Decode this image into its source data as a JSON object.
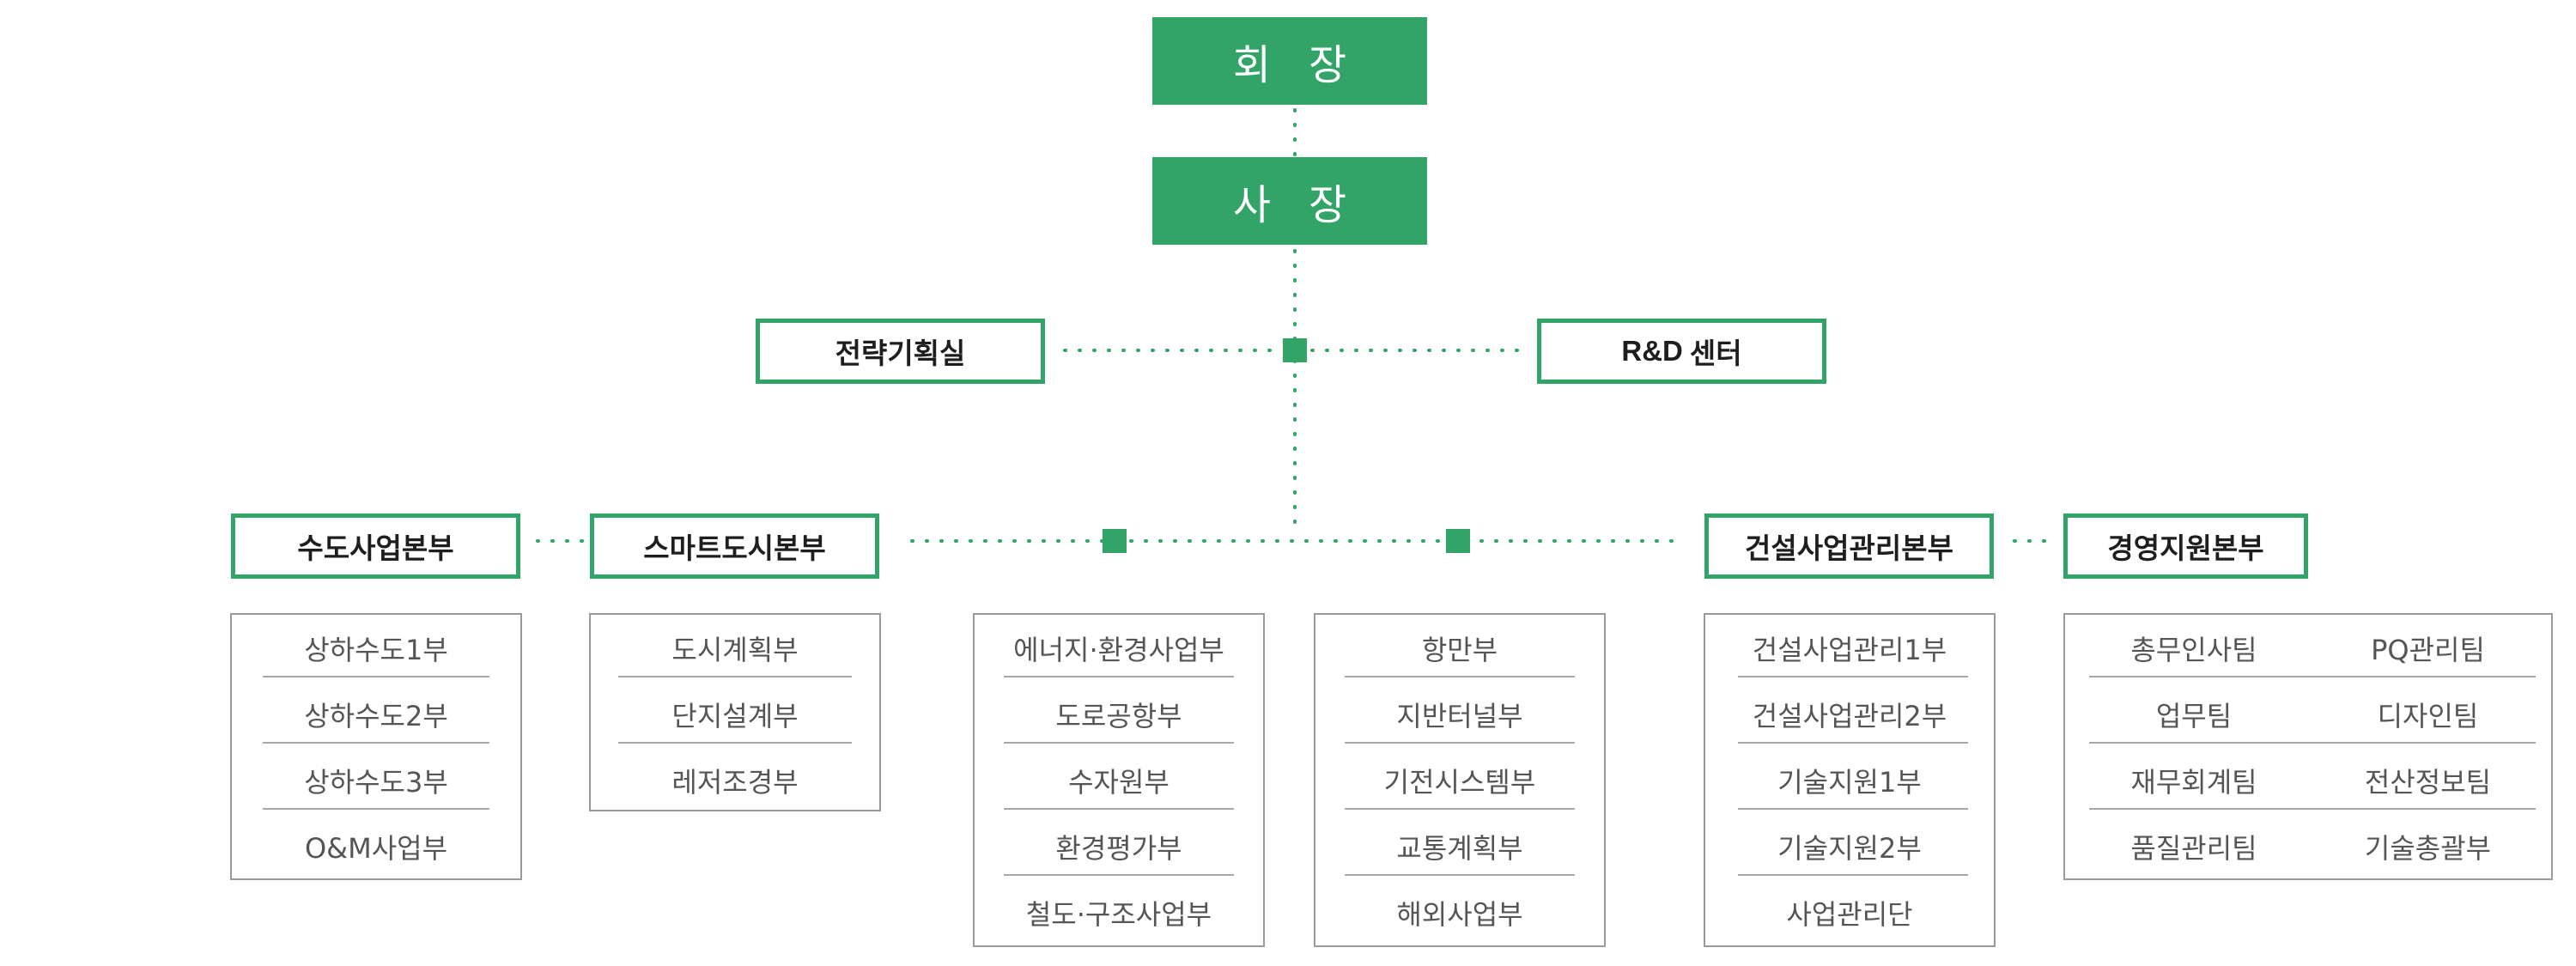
{
  "executive": {
    "chairman": [
      "회",
      "장"
    ],
    "president": [
      "사",
      "장"
    ]
  },
  "staff": {
    "strategy": "전략기획실",
    "rnd_prefix": "R&D",
    "rnd_suffix": "센터"
  },
  "divisions": [
    {
      "name": "수도사업본부",
      "units": [
        "상하수도1부",
        "상하수도2부",
        "상하수도3부",
        "O&M사업부"
      ]
    },
    {
      "name": "스마트도시본부",
      "units": [
        "도시계획부",
        "단지설계부",
        "레저조경부"
      ]
    },
    {
      "name": "",
      "units": [
        "에너지·환경사업부",
        "도로공항부",
        "수자원부",
        "환경평가부",
        "철도·구조사업부"
      ]
    },
    {
      "name": "",
      "units": [
        "항만부",
        "지반터널부",
        "기전시스템부",
        "교통계획부",
        "해외사업부"
      ]
    },
    {
      "name": "건설사업관리본부",
      "units": [
        "건설사업관리1부",
        "건설사업관리2부",
        "기술지원1부",
        "기술지원2부",
        "사업관리단"
      ]
    },
    {
      "name": "경영지원본부",
      "units_left": [
        "총무인사팀",
        "업무팀",
        "재무회계팀",
        "품질관리팀"
      ],
      "units_right": [
        "PQ관리팀",
        "디자인팀",
        "전산정보팀",
        "기술총괄부"
      ]
    }
  ],
  "colors": {
    "accent": "#32a468",
    "border": "#9a9a9a",
    "text": "#555555"
  }
}
